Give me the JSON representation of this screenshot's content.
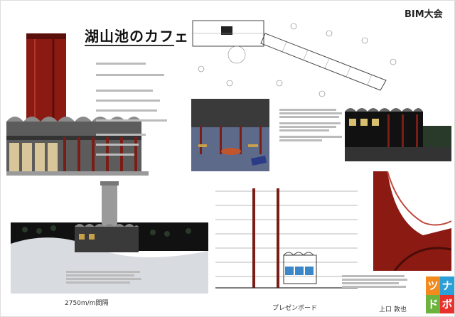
{
  "header": {
    "title": "湖山池のカフェ",
    "event": "BIM大会"
  },
  "captions": {
    "distance": "2750m/m間隔",
    "section_label": "プレゼンボード",
    "author": "上口 敦也"
  },
  "logo": {
    "chars": [
      "ツ",
      "ナ",
      "ド",
      "ボ"
    ],
    "colors": [
      "#f28a1e",
      "#2a9fd8",
      "#6cb33e",
      "#e8302c"
    ]
  },
  "colors": {
    "tower_red": "#8b1a12",
    "night_black": "#111111",
    "floor_red": "#7a1d17"
  }
}
